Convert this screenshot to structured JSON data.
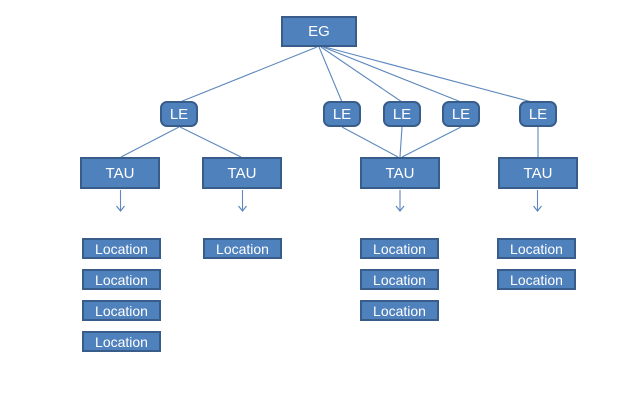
{
  "diagram": {
    "colors": {
      "node_fill": "#4f81bd",
      "node_border": "#385d8a",
      "connector": "#5e88be",
      "text": "#ffffff",
      "background": "#ffffff"
    },
    "root": {
      "label": "EG"
    },
    "le_nodes": [
      {
        "label": "LE"
      },
      {
        "label": "LE"
      },
      {
        "label": "LE"
      },
      {
        "label": "LE"
      },
      {
        "label": "LE"
      }
    ],
    "tau_nodes": [
      {
        "label": "TAU"
      },
      {
        "label": "TAU"
      },
      {
        "label": "TAU"
      },
      {
        "label": "TAU"
      }
    ],
    "location_columns": [
      {
        "labels": [
          "Location",
          "Location",
          "Location",
          "Location"
        ]
      },
      {
        "labels": [
          "Location"
        ]
      },
      {
        "labels": [
          "Location",
          "Location",
          "Location"
        ]
      },
      {
        "labels": [
          "Location",
          "Location"
        ]
      }
    ]
  }
}
